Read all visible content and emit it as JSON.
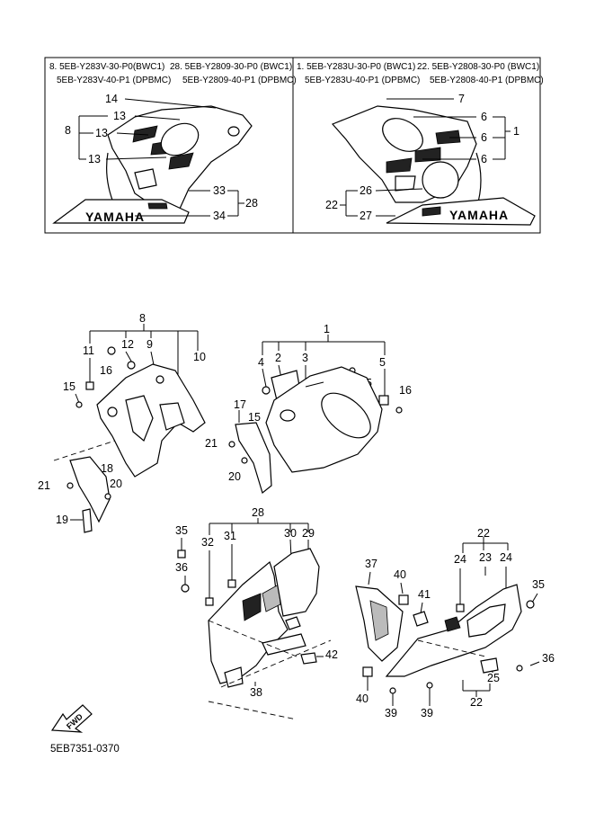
{
  "variants": {
    "left": {
      "line1_a": "8. 5EB-Y283V-30-P0(BWC1)",
      "line1_b": "28. 5EB-Y2809-30-P0 (BWC1)",
      "line2_a": "5EB-Y283V-40-P1 (DPBMC)",
      "line2_b": "5EB-Y2809-40-P1 (DPBMC)"
    },
    "right": {
      "line1_a": "1. 5EB-Y283U-30-P0 (BWC1)",
      "line1_b": "22. 5EB-Y2808-30-P0 (BWC1)",
      "line2_a": "5EB-Y283U-40-P1 (DPBMC)",
      "line2_b": "5EB-Y2808-40-P1 (DPBMC)"
    }
  },
  "brand_text": "YAMAHA",
  "fwd_text": "FWD",
  "diagram_code": "5EB7351-0370",
  "callouts_left_panel": [
    "14",
    "13",
    "8",
    "13",
    "13",
    "33",
    "28",
    "34"
  ],
  "callouts_right_panel": [
    "7",
    "6",
    "1",
    "6",
    "6",
    "26",
    "22",
    "27"
  ],
  "callouts_main": [
    "8",
    "11",
    "12",
    "9",
    "10",
    "16",
    "15",
    "18",
    "21",
    "20",
    "19",
    "1",
    "4",
    "2",
    "3",
    "5",
    "15",
    "16",
    "17",
    "15",
    "21",
    "20",
    "28",
    "35",
    "32",
    "31",
    "30",
    "29",
    "36",
    "42",
    "38",
    "22",
    "37",
    "40",
    "41",
    "24",
    "23",
    "24",
    "35",
    "36",
    "25",
    "40",
    "39",
    "39",
    "22"
  ],
  "colors": {
    "line": "#000000",
    "background": "#ffffff",
    "stripe_dark": "#222222",
    "fill_grey": "#bbbbbb"
  }
}
